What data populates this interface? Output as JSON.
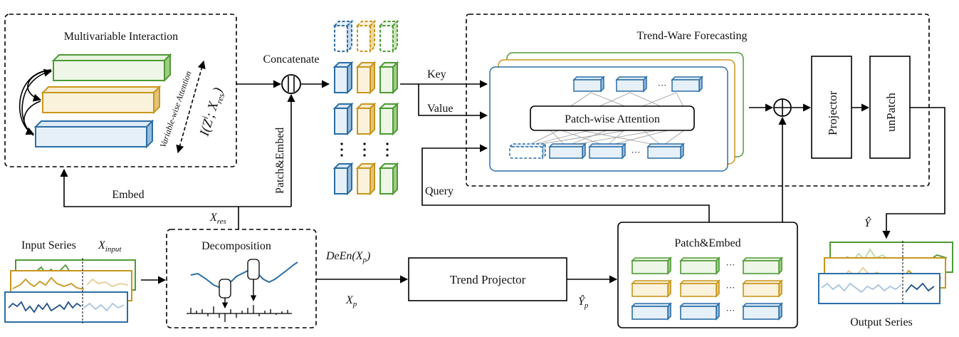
{
  "colors": {
    "green": "#4e9a36",
    "green_fill": "#eef7e7",
    "gold": "#c8961c",
    "gold_fill": "#fbf2dc",
    "blue": "#2b6ea6",
    "blue_fill": "#e6f0f9",
    "navy": "#1f4f86"
  },
  "interaction": {
    "title": "Multivariable Interaction",
    "attention_label": "Variable-wise Attention",
    "mi_base": "I(Z",
    "mi_sup": "i",
    "mi_mid": "; X",
    "mi_sub": "res",
    "mi_end": ")"
  },
  "labels": {
    "concatenate": "Concatenate",
    "patch_embed_vertical": "Patch&Embed",
    "embed": "Embed",
    "x_res_base": "X",
    "x_res_sub": "res",
    "key": "Key",
    "value": "Value",
    "query": "Query"
  },
  "forecasting": {
    "title": "Trend-Ware Forecasting",
    "attention": "Patch-wise Attention",
    "ellipsis": "···"
  },
  "projector": "Projector",
  "unpatch": "unPatch",
  "y_hat": "Ŷ",
  "input": {
    "label": "Input Series",
    "x_base": "X",
    "x_sub": "input"
  },
  "decomposition": {
    "title": "Decomposition"
  },
  "deen": {
    "text": "DeEn(X",
    "sub": "p",
    "close": ")"
  },
  "xp": {
    "base": "X",
    "sub": "p"
  },
  "trend_projector": "Trend Projector",
  "yp": {
    "base": "Ŷ",
    "sub": "p"
  },
  "patch_embed_box": {
    "title": "Patch&Embed"
  },
  "output": {
    "label": "Output Series"
  }
}
